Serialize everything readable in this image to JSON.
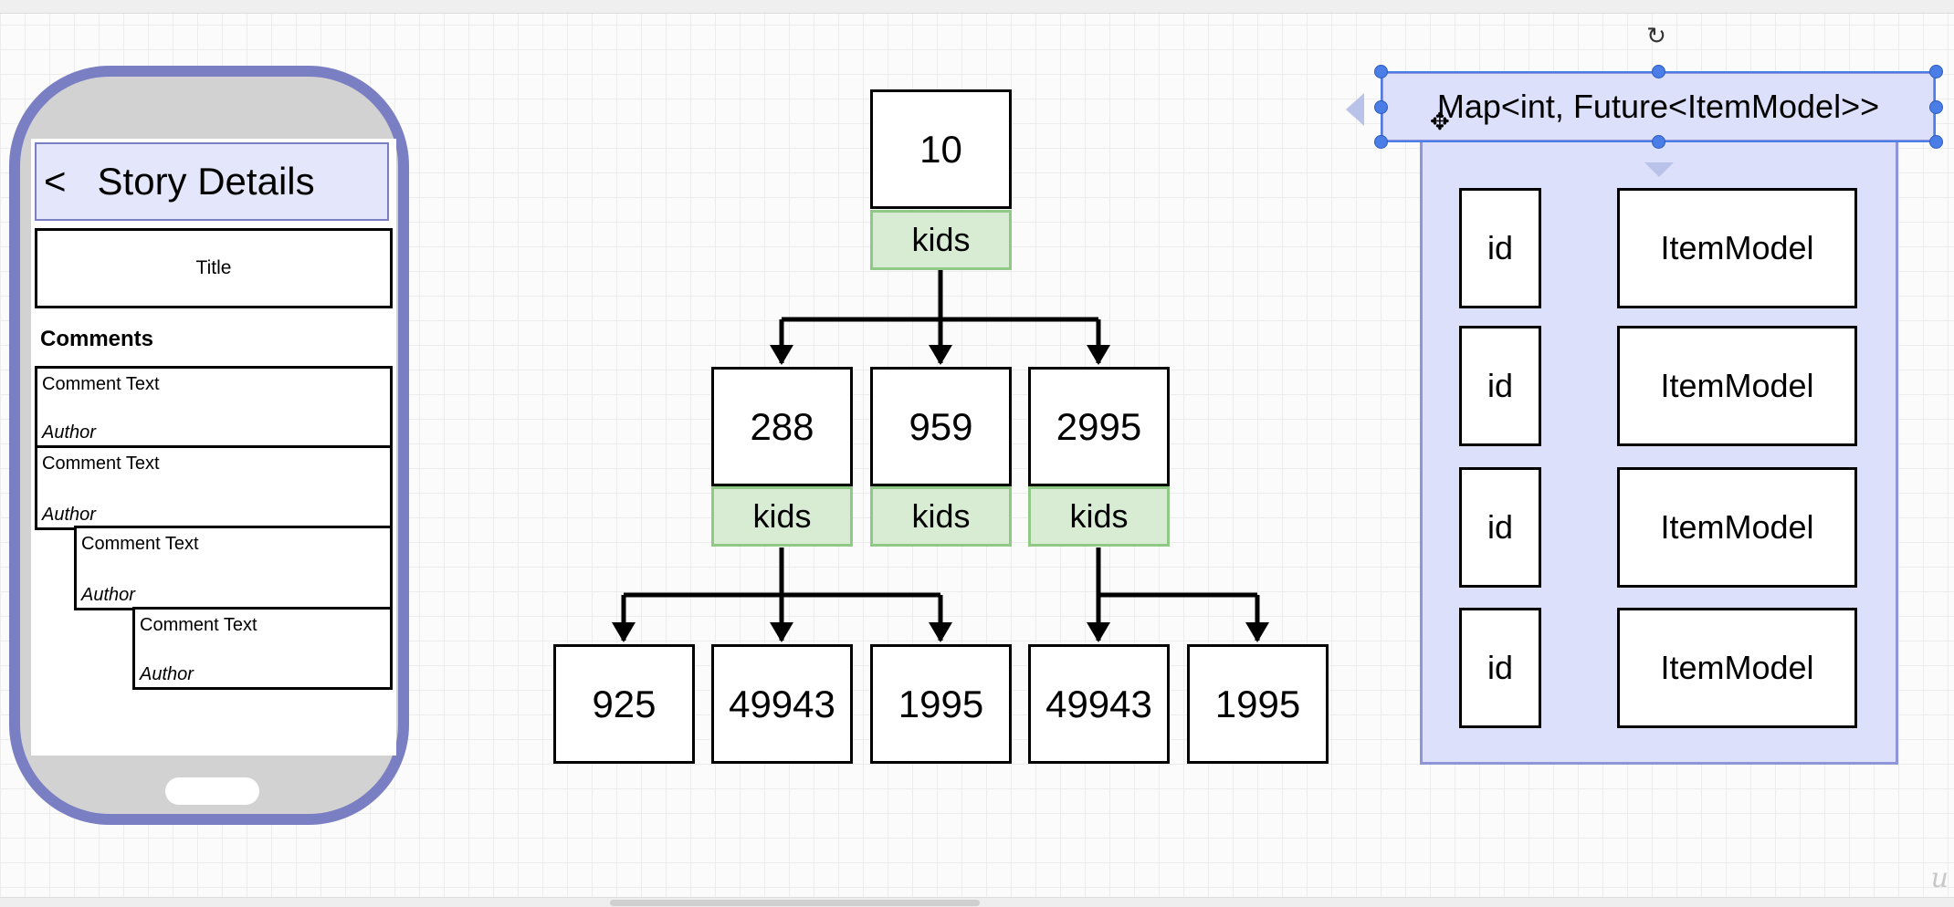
{
  "phone": {
    "header": {
      "back": "<",
      "title": "Story Details"
    },
    "title_box": "Title",
    "comments_heading": "Comments",
    "comments": [
      {
        "text": "Comment Text",
        "author": "Author"
      },
      {
        "text": "Comment Text",
        "author": "Author"
      },
      {
        "text": "Comment Text",
        "author": "Author"
      },
      {
        "text": "Comment Text",
        "author": "Author"
      }
    ]
  },
  "tree": {
    "root": {
      "id": "10",
      "kids": "kids"
    },
    "level1": [
      {
        "id": "288",
        "kids": "kids"
      },
      {
        "id": "959",
        "kids": "kids"
      },
      {
        "id": "2995",
        "kids": "kids"
      }
    ],
    "level2": [
      "925",
      "49943",
      "1995",
      "49943",
      "1995"
    ]
  },
  "map": {
    "label": "Map<int, Future<ItemModel>>",
    "entries": [
      {
        "key": "id",
        "value": "ItemModel"
      },
      {
        "key": "id",
        "value": "ItemModel"
      },
      {
        "key": "id",
        "value": "ItemModel"
      },
      {
        "key": "id",
        "value": "ItemModel"
      }
    ]
  },
  "icons": {
    "rotate": "rotate-icon",
    "move": "move-cursor-icon"
  },
  "colors": {
    "phone_frame": "#7a7fc4",
    "kids_fill": "#d7ecd3",
    "kids_border": "#8fc985",
    "map_fill": "#dde0fb",
    "selection": "#4a7de5"
  }
}
